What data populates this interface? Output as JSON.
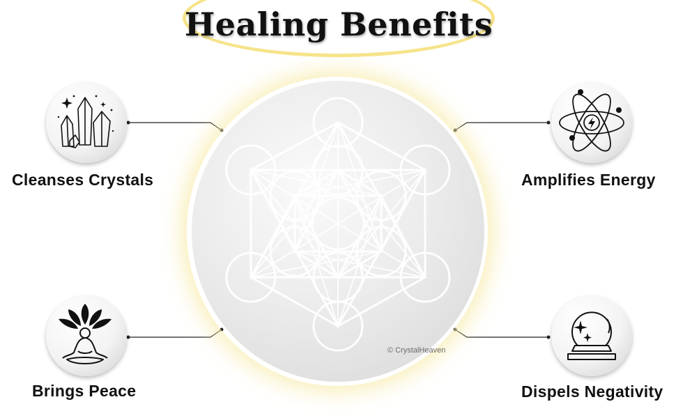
{
  "title": "Healing Benefits",
  "watermark": "© CrystalHeaven",
  "benefits": [
    {
      "label": "Cleanses Crystals",
      "icon": "crystal-cluster-icon"
    },
    {
      "label": "Amplifies Energy",
      "icon": "atom-energy-icon"
    },
    {
      "label": "Brings Peace",
      "icon": "meditation-lotus-icon"
    },
    {
      "label": "Dispels Negativity",
      "icon": "crystal-ball-icon"
    }
  ],
  "colors": {
    "title_oval": "#f6e48a",
    "disc_glow": "#f7ebaa",
    "text": "#111111"
  }
}
